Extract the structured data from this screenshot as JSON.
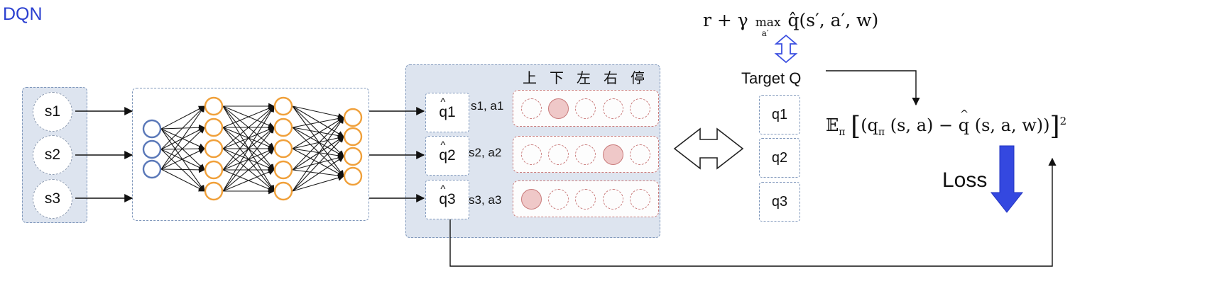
{
  "title": "DQN",
  "states": [
    "s1",
    "s2",
    "s3"
  ],
  "q_preds": [
    "q1",
    "q2",
    "q3"
  ],
  "state_actions": [
    "s1, a1",
    "s2, a2",
    "s3, a3"
  ],
  "actions": [
    "上",
    "下",
    "左",
    "右",
    "停"
  ],
  "selected_action_index": [
    1,
    3,
    0
  ],
  "target_formula": "r + γ max q̂(s′, a′, w)",
  "target_formula_parts": {
    "lead": "r + γ",
    "max": "max",
    "sub": "a′",
    "rest": "q̂(s′, a′, w)"
  },
  "target_label": "Target Q",
  "targets": [
    "q1",
    "q2",
    "q3"
  ],
  "loss_formula": "𝔼π [(qπ (s, a) − q̂ (s, a, w))²]",
  "loss_parts": {
    "e": "𝔼",
    "pi": "π",
    "body": "(q",
    "qpi": "π",
    "mid": " (s, a) − ",
    "qhat": "q",
    "tail": " (s, a, w))"
  },
  "loss_label": "Loss",
  "colors": {
    "title": "#2a3fd0",
    "panel": "#dde4ef",
    "input_node": "#5a78b8",
    "hidden_node": "#f0a03a",
    "selected_slot": "#efc8c8",
    "loss_arrow": "#3448e0",
    "target_arrow": "#3a4ee0"
  }
}
